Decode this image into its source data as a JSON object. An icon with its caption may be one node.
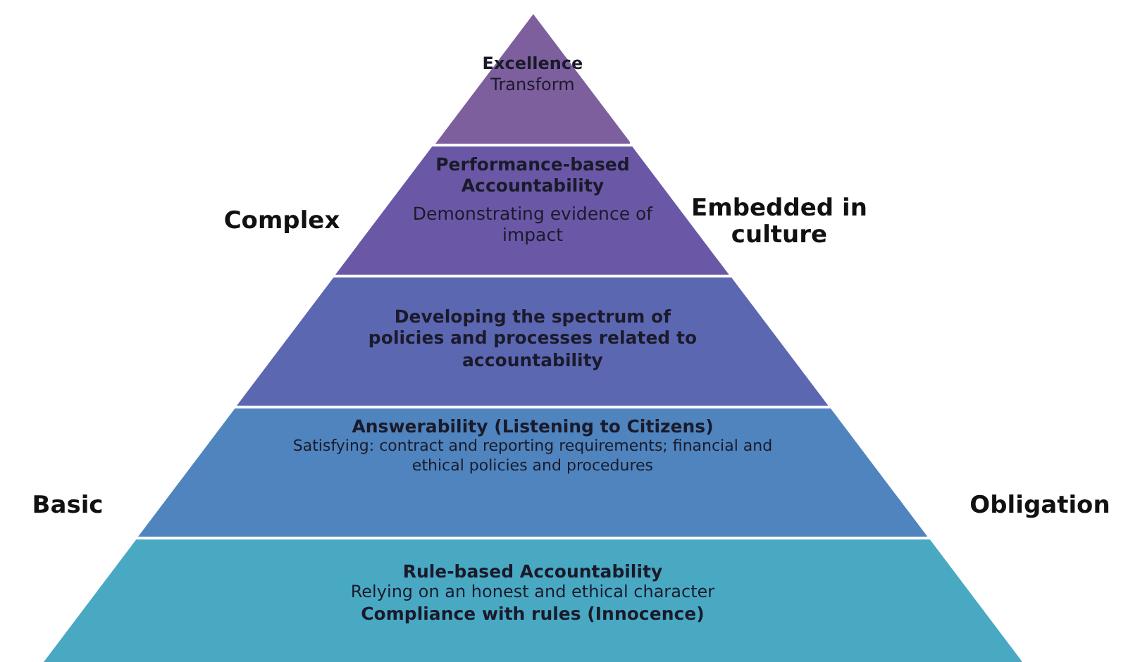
{
  "diagram": {
    "nodes": [
      {
        "text": [
          "Excellence",
          "Transform"
        ]
      },
      {
        "text": [
          "Performance-based Accountability",
          "Demonstrating evidence of impact"
        ]
      },
      {
        "text": [
          "Developing the spectrum of policies and processes related to accountability"
        ]
      },
      {
        "text": [
          "Answerability (Listening to Citizens)",
          "Satisfying: contract and reporting requirements; financial and ethical policies and procedures"
        ]
      },
      {
        "text": [
          "Rule-based Accountability",
          "Relying on an honest and ethical character",
          "Compliance with rules (Innocence)"
        ]
      }
    ],
    "labels": [
      "Complex",
      "Embedded in culture",
      "Basic",
      "Obligation"
    ]
  }
}
